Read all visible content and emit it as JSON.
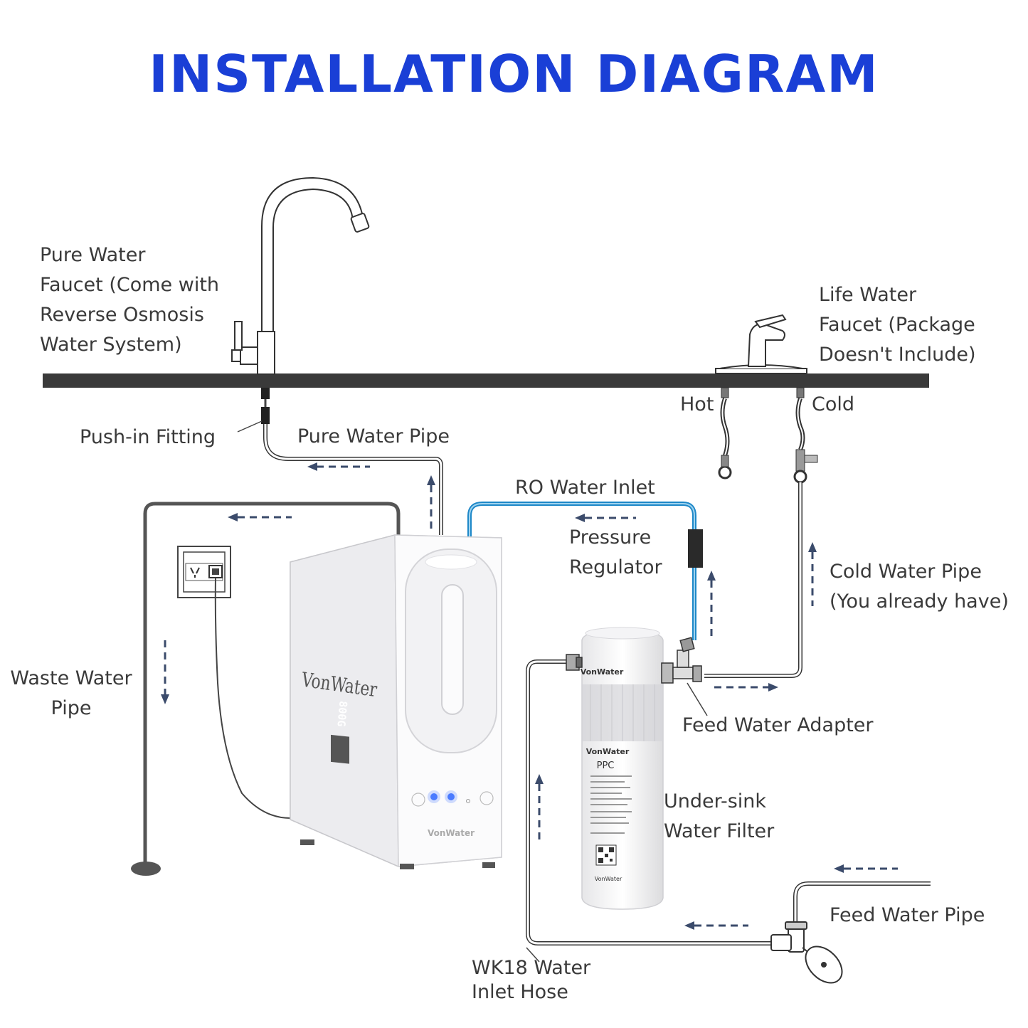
{
  "title": "INSTALLATION DIAGRAM",
  "brand": "VonWater",
  "unit_model": "800G",
  "filter_model": "PPC",
  "colors": {
    "title": "#1a3fd6",
    "ro_inlet_pipe": "#1e88c8",
    "counter": "#3a3a3a",
    "waste_pipe": "#555555",
    "label_text": "#3a3a3a",
    "indicator_led": "#4a7bff"
  },
  "labels": {
    "pure_water_faucet": [
      "Pure Water",
      "Faucet (Come with",
      "Reverse Osmosis",
      "Water System)"
    ],
    "life_water_faucet": [
      "Life Water",
      "Faucet (Package",
      "Doesn't Include)"
    ],
    "hot": "Hot",
    "cold": "Cold",
    "push_in_fitting": "Push-in Fitting",
    "pure_water_pipe": "Pure Water Pipe",
    "ro_water_inlet": "RO Water Inlet",
    "pressure_regulator": [
      "Pressure",
      "Regulator"
    ],
    "cold_water_pipe": [
      "Cold Water Pipe",
      "(You already have)"
    ],
    "waste_water_pipe": [
      "Waste Water",
      "Pipe"
    ],
    "feed_water_adapter": "Feed Water Adapter",
    "under_sink_filter": [
      "Under-sink",
      "Water Filter"
    ],
    "feed_water_pipe": "Feed Water Pipe",
    "wk18_hose": [
      "WK18 Water",
      "Inlet Hose"
    ]
  },
  "icons": {
    "pure_faucet": "gooseneck-faucet-icon",
    "life_faucet": "lever-faucet-icon",
    "outlet": "power-outlet-icon",
    "valve": "angle-valve-icon",
    "flow_arrow": "dashed-arrow-icon"
  }
}
